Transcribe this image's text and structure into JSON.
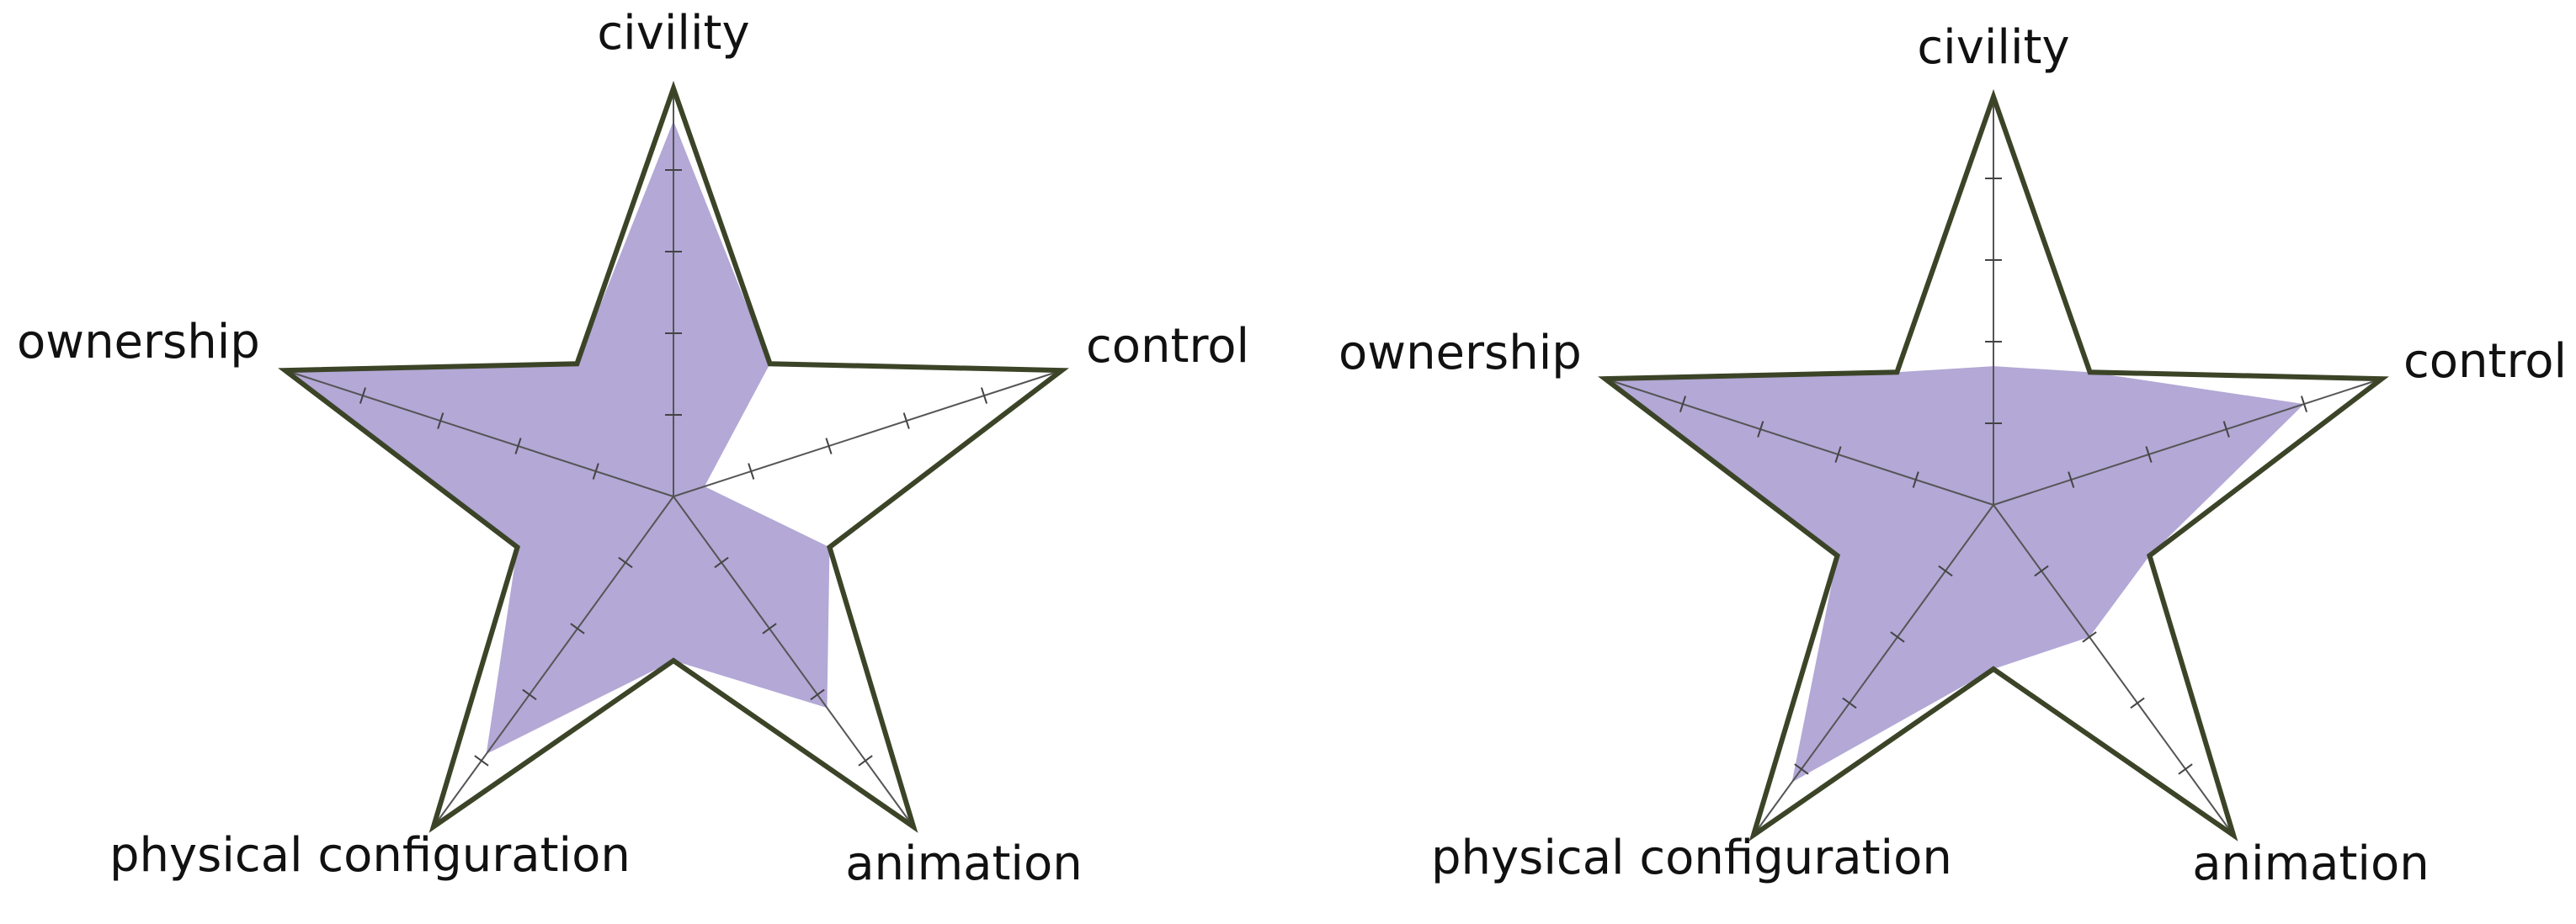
{
  "chart_data": [
    {
      "type": "radar",
      "axes": [
        "civility",
        "control",
        "animation",
        "physical configuration",
        "ownership"
      ],
      "rmax": 5,
      "ticks": [
        1,
        2,
        3,
        4
      ],
      "values": [
        4.6,
        0.4,
        3.2,
        3.9,
        5.0
      ],
      "fill_color": "#ab9fd1",
      "outline_color": "#3c4428"
    },
    {
      "type": "radar",
      "axes": [
        "civility",
        "control",
        "animation",
        "physical configuration",
        "ownership"
      ],
      "rmax": 5,
      "ticks": [
        1,
        2,
        3,
        4
      ],
      "values": [
        1.7,
        4.0,
        2.0,
        4.2,
        5.0
      ],
      "fill_color": "#ab9fd1",
      "outline_color": "#3c4428"
    }
  ]
}
